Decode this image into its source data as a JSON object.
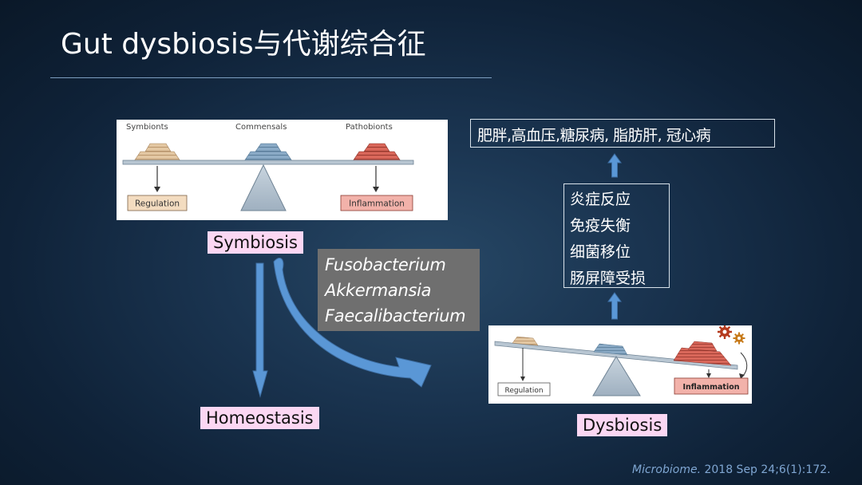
{
  "slide": {
    "title": "Gut dysbiosis与代谢综合征",
    "citation_journal": "Microbiome.",
    "citation_rest": " 2018 Sep 24;6(1):172."
  },
  "top_panel": {
    "labels": [
      "Symbionts",
      "Commensals",
      "Pathobionts"
    ],
    "regulation": "Regulation",
    "inflammation": "Inflammation"
  },
  "bottom_panel": {
    "regulation": "Regulation",
    "inflammation": "Inflammation"
  },
  "labels": {
    "symbiosis": "Symbiosis",
    "homeostasis": "Homeostasis",
    "dysbiosis": "Dysbiosis"
  },
  "bacteria": [
    "Fusobacterium",
    "Akkermansia",
    "Faecalibacterium"
  ],
  "diseases": "肥胖,高血压,糖尿病, 脂肪肝, 冠心病",
  "effects": [
    "炎症反应",
    "免疫失衡",
    "细菌移位",
    "肠屏障受损"
  ],
  "colors": {
    "arrow_blue": "#5a97d6",
    "symbiont_beige": "#e3c7a2",
    "commensal_blue": "#8aaac6",
    "pathobiont_red": "#d9675a",
    "regulation_fill": "#f3dcc0",
    "inflammation_fill": "#f2b2aa",
    "label_pink": "#fbd7f3"
  },
  "icons": [
    "gear-icon",
    "gear-icon",
    "arrow-down-icon",
    "arrow-up-icon"
  ]
}
